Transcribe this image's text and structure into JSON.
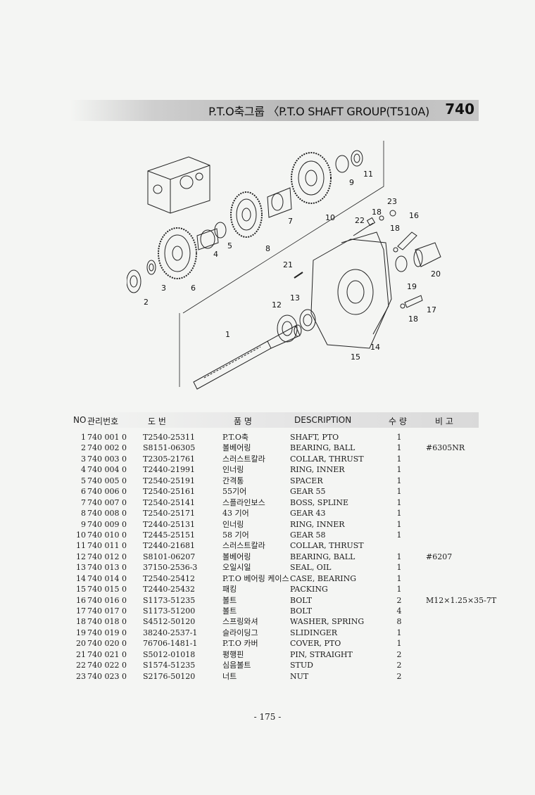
{
  "banner": {
    "title": "P.T.O축그룹 〈P.T.O SHAFT GROUP(T510A)",
    "group_code": "740"
  },
  "diagram": {
    "callouts": [
      "1",
      "2",
      "3",
      "4",
      "5",
      "6",
      "7",
      "8",
      "9",
      "10",
      "11",
      "12",
      "13",
      "14",
      "15",
      "16",
      "17",
      "18",
      "18",
      "18",
      "19",
      "20",
      "21",
      "22",
      "23"
    ]
  },
  "table": {
    "headers": {
      "no": "NO",
      "mgmt": "관리번호",
      "drawing": "도 번",
      "name": "품 명",
      "description": "DESCRIPTION",
      "qty": "수 량",
      "note": "비 고"
    },
    "rows": [
      {
        "no": "1",
        "mgmt": "740  001  0",
        "drawing": "T2540-25311",
        "name": "P.T.O축",
        "description": "SHAFT, PTO",
        "qty": "1",
        "note": ""
      },
      {
        "no": "2",
        "mgmt": "740  002  0",
        "drawing": "S8151-06305",
        "name": "볼베어링",
        "description": "BEARING, BALL",
        "qty": "1",
        "note": "#6305NR"
      },
      {
        "no": "3",
        "mgmt": "740  003  0",
        "drawing": "T2305-21761",
        "name": "스러스트칼라",
        "description": "COLLAR, THRUST",
        "qty": "1",
        "note": ""
      },
      {
        "no": "4",
        "mgmt": "740  004  0",
        "drawing": "T2440-21991",
        "name": "인너링",
        "description": "RING, INNER",
        "qty": "1",
        "note": ""
      },
      {
        "no": "5",
        "mgmt": "740  005  0",
        "drawing": "T2540-25191",
        "name": "간격통",
        "description": "SPACER",
        "qty": "1",
        "note": ""
      },
      {
        "no": "6",
        "mgmt": "740  006  0",
        "drawing": "T2540-25161",
        "name": "55기어",
        "description": "GEAR 55",
        "qty": "1",
        "note": ""
      },
      {
        "no": "7",
        "mgmt": "740  007  0",
        "drawing": "T2540-25141",
        "name": "스플라인보스",
        "description": "BOSS, SPLINE",
        "qty": "1",
        "note": ""
      },
      {
        "no": "8",
        "mgmt": "740  008  0",
        "drawing": "T2540-25171",
        "name": "43 기어",
        "description": "GEAR 43",
        "qty": "1",
        "note": ""
      },
      {
        "no": "9",
        "mgmt": "740  009  0",
        "drawing": "T2440-25131",
        "name": "인너링",
        "description": "RING, INNER",
        "qty": "1",
        "note": ""
      },
      {
        "no": "10",
        "mgmt": "740  010  0",
        "drawing": "T2445-25151",
        "name": "58 기어",
        "description": "GEAR 58",
        "qty": "1",
        "note": ""
      },
      {
        "no": "11",
        "mgmt": "740  011  0",
        "drawing": "T2440-21681",
        "name": "스러스트칼라",
        "description": "COLLAR, THRUST",
        "qty": "",
        "note": ""
      },
      {
        "no": "12",
        "mgmt": "740  012  0",
        "drawing": "S8101-06207",
        "name": "볼베어링",
        "description": "BEARING, BALL",
        "qty": "1",
        "note": "#6207"
      },
      {
        "no": "13",
        "mgmt": "740  013  0",
        "drawing": "37150-2536-3",
        "name": "오일시일",
        "description": "SEAL, OIL",
        "qty": "1",
        "note": ""
      },
      {
        "no": "14",
        "mgmt": "740  014  0",
        "drawing": "T2540-25412",
        "name": "P.T.O 베어링 케이스",
        "description": "CASE, BEARING",
        "qty": "1",
        "note": ""
      },
      {
        "no": "15",
        "mgmt": "740  015  0",
        "drawing": "T2440-25432",
        "name": "패킹",
        "description": "PACKING",
        "qty": "1",
        "note": ""
      },
      {
        "no": "16",
        "mgmt": "740  016  0",
        "drawing": "S1173-51235",
        "name": "볼트",
        "description": "BOLT",
        "qty": "2",
        "note": "M12×1.25×35-7T"
      },
      {
        "no": "17",
        "mgmt": "740  017  0",
        "drawing": "S1173-51200",
        "name": "볼트",
        "description": "BOLT",
        "qty": "4",
        "note": ""
      },
      {
        "no": "18",
        "mgmt": "740  018  0",
        "drawing": "S4512-50120",
        "name": "스프링와셔",
        "description": "WASHER, SPRING",
        "qty": "8",
        "note": ""
      },
      {
        "no": "19",
        "mgmt": "740  019  0",
        "drawing": "38240-2537-1",
        "name": "슬라이딩그",
        "description": "SLIDINGER",
        "qty": "1",
        "note": ""
      },
      {
        "no": "20",
        "mgmt": "740  020  0",
        "drawing": "76706-1481-1",
        "name": "P.T.O 카버",
        "description": "COVER, PTO",
        "qty": "1",
        "note": ""
      },
      {
        "no": "21",
        "mgmt": "740  021  0",
        "drawing": "S5012-01018",
        "name": "평행핀",
        "description": "PIN, STRAIGHT",
        "qty": "2",
        "note": ""
      },
      {
        "no": "22",
        "mgmt": "740  022  0",
        "drawing": "S1574-51235",
        "name": "심음볼트",
        "description": "STUD",
        "qty": "2",
        "note": ""
      },
      {
        "no": "23",
        "mgmt": "740  023  0",
        "drawing": "S2176-50120",
        "name": "너트",
        "description": "NUT",
        "qty": "2",
        "note": ""
      }
    ]
  },
  "footer": {
    "page": "- 175 -"
  }
}
